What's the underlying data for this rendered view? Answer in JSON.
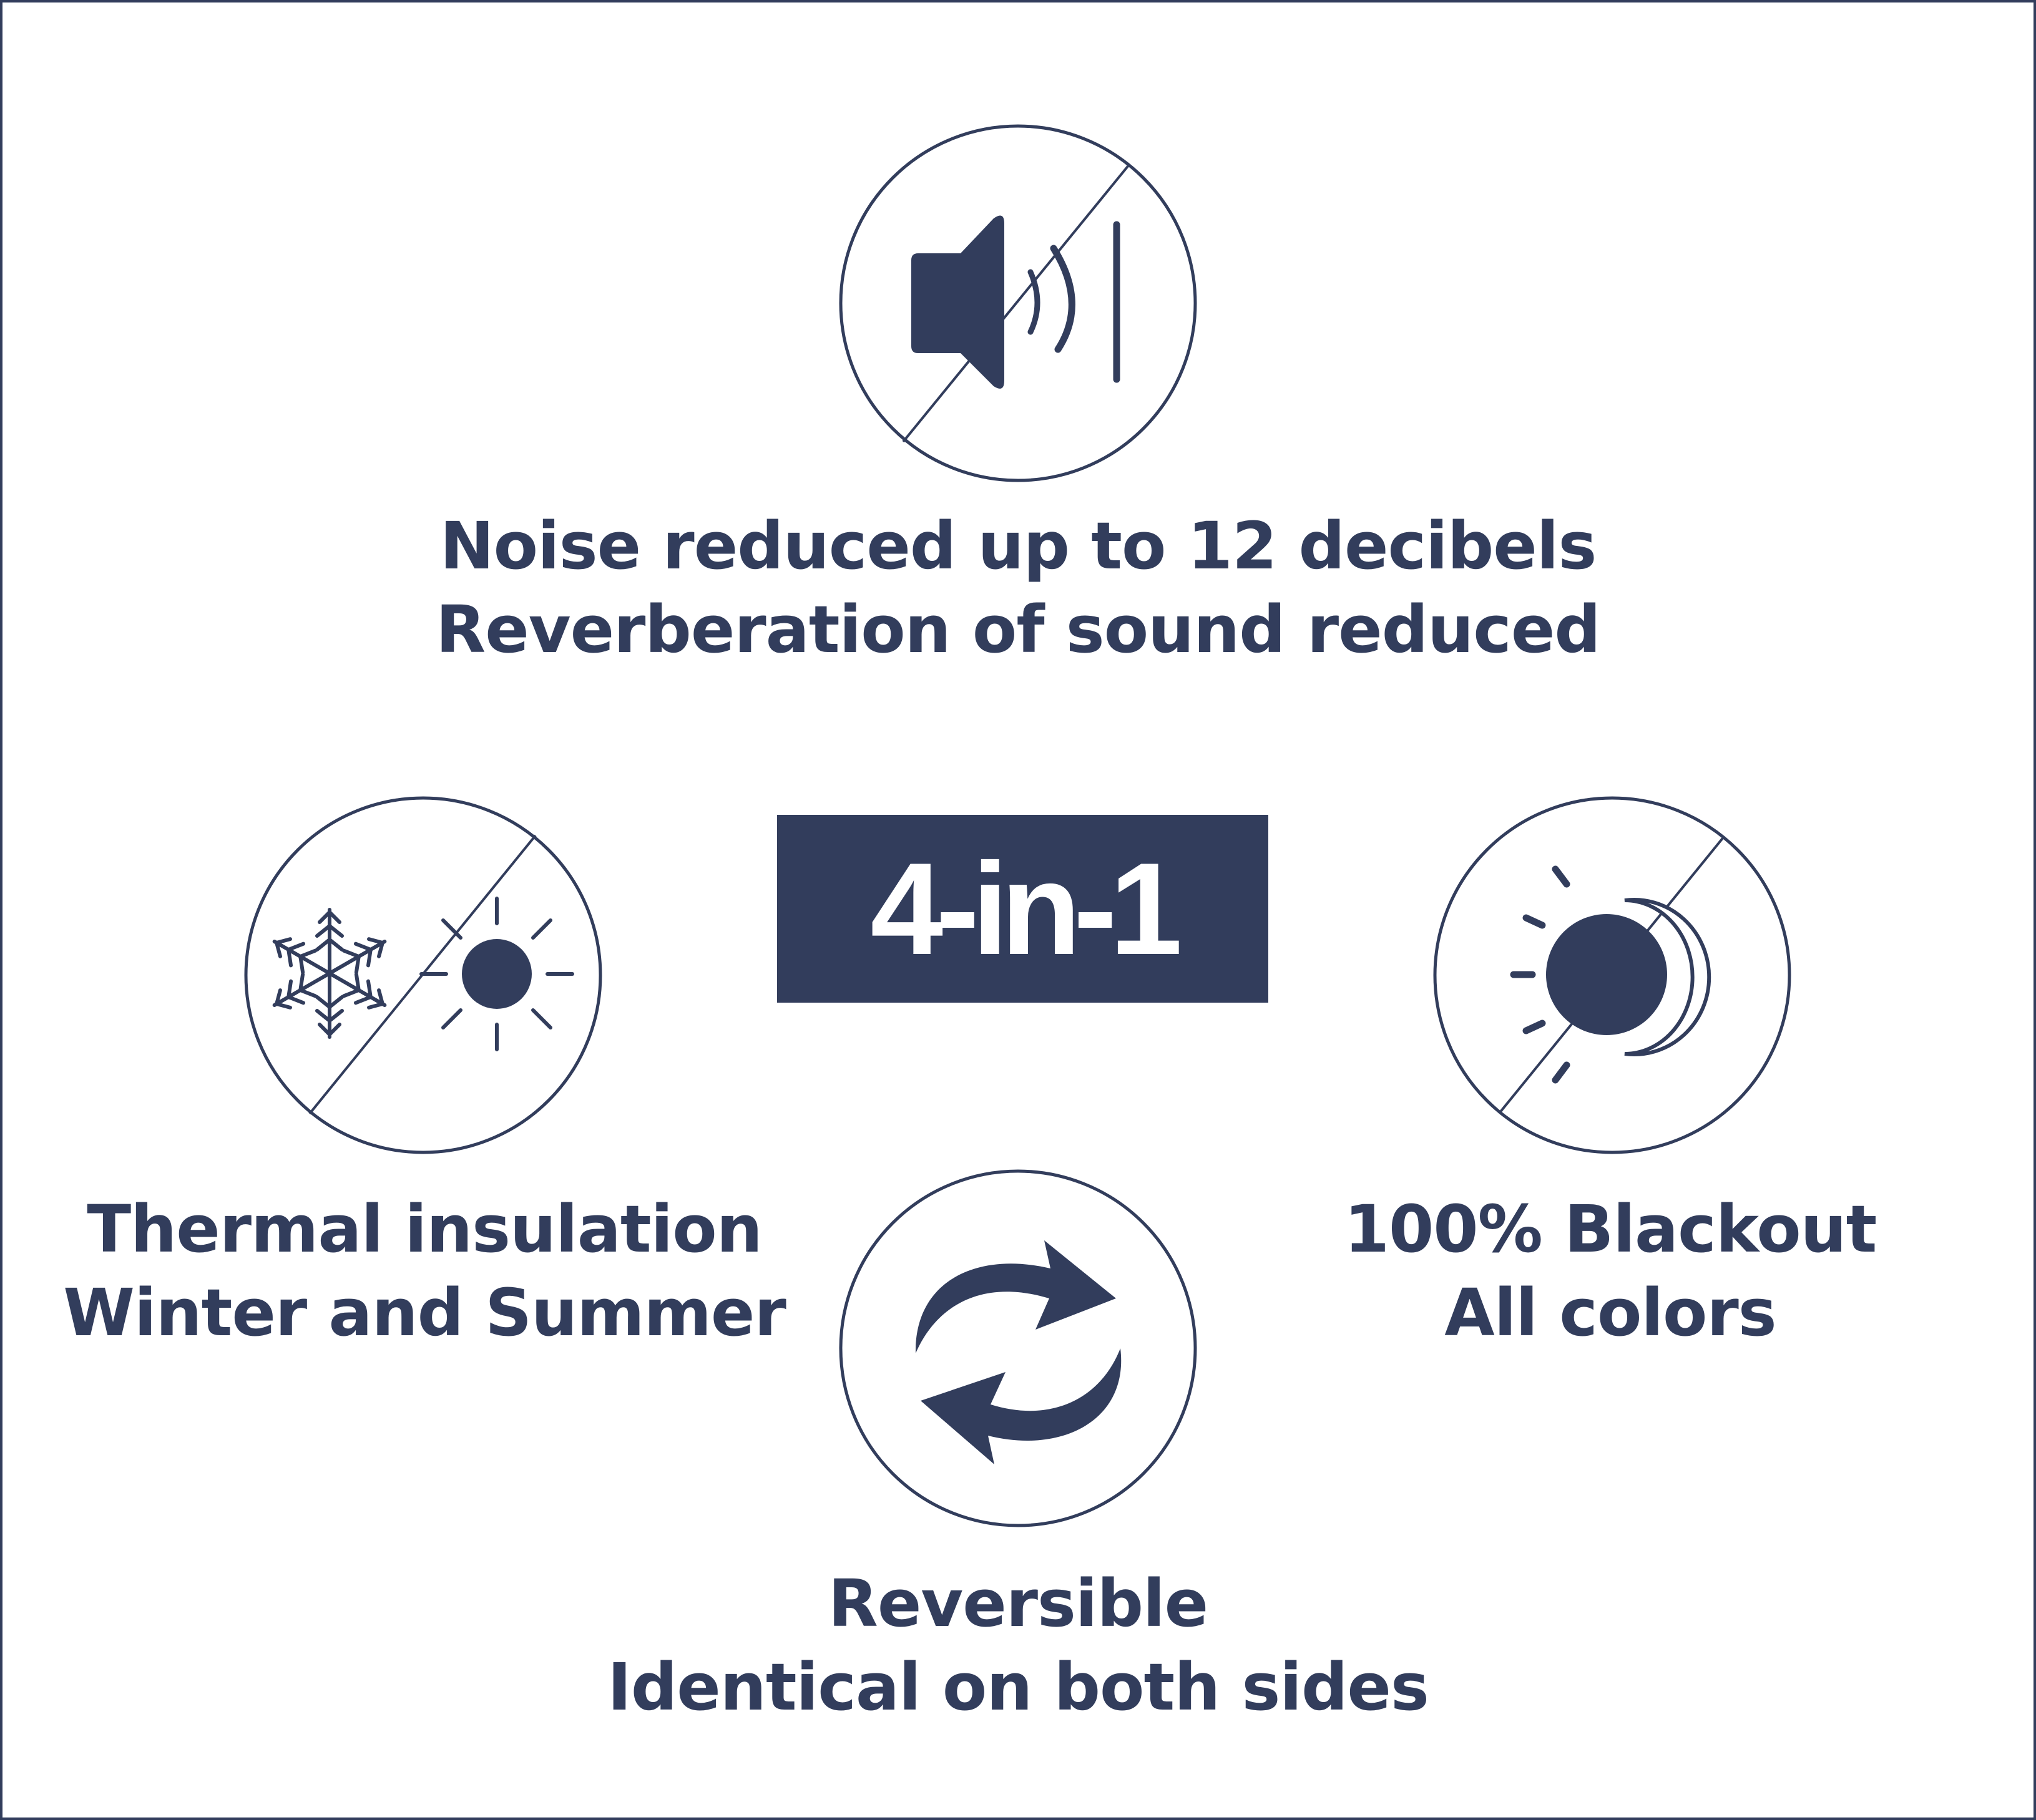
{
  "colors": {
    "ink": "#323d5c",
    "background": "#ffffff"
  },
  "badge": {
    "label": "4-in-1"
  },
  "features": {
    "noise": {
      "icon": "muted-speaker-icon",
      "line1": "Noise reduced up to 12 decibels",
      "line2": "Reverberation of sound reduced"
    },
    "thermal": {
      "icon": "snowflake-sun-icon",
      "line1": "Thermal insulation",
      "line2": "Winter and Summer"
    },
    "blackout": {
      "icon": "sun-moon-icon",
      "line1": "100% Blackout",
      "line2": "All colors"
    },
    "reversible": {
      "icon": "reverse-arrows-icon",
      "line1": "Reversible",
      "line2": "Identical on both sides"
    }
  }
}
